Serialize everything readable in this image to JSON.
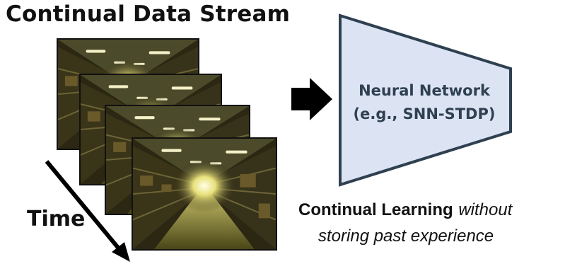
{
  "diagram": {
    "title": "Continual Data Stream",
    "time_label": "Time",
    "network_label_line1": "Neural Network",
    "network_label_line2": "(e.g., SNN-STDP)",
    "caption": {
      "bold_part": "Continual Learning",
      "italic_part_line1": "without",
      "italic_part_line2": "storing past experience"
    },
    "frames": [
      "warehouse-frame",
      "warehouse-frame",
      "warehouse-frame",
      "warehouse-frame"
    ],
    "colors": {
      "network_fill": "#dce4f4",
      "network_stroke": "#2f4050",
      "arrow": "#000000"
    }
  }
}
